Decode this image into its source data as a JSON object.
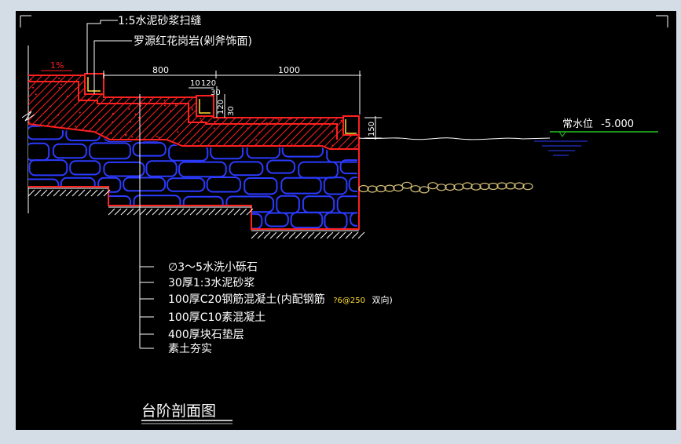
{
  "colors": {
    "canvas": "#000000",
    "frame": "#d4dde6",
    "white": "#ffffff",
    "red": "#ff2020",
    "blue": "#2b3bff",
    "green": "#22c422",
    "yellow": "#ffdd33",
    "olive": "#d6c27a"
  },
  "callouts_top": {
    "mortar_joint": "1:5水泥砂浆扫缝",
    "granite_face": "罗源红花岗岩(剁斧饰面)"
  },
  "slope": "1%",
  "dimensions": {
    "d800": "800",
    "d1000": "1000",
    "d10": "10",
    "d120a": "120",
    "d30a": "30",
    "d120b": "120",
    "d30b": "30",
    "d150": "150"
  },
  "water": {
    "label": "常水位",
    "elevation": "-5.000"
  },
  "layers": [
    {
      "text": "∅3～5水洗小砾石"
    },
    {
      "text": "30厚1:3水泥砂浆"
    },
    {
      "text": "100厚C20钢筋混凝土(内配钢筋",
      "extra_yellow": "?6@250",
      "extra_white": "双向)"
    },
    {
      "text": "100厚C10素混凝土"
    },
    {
      "text": "400厚块石垫层"
    },
    {
      "text": "素土夯实"
    }
  ],
  "title": "台阶剖面图"
}
